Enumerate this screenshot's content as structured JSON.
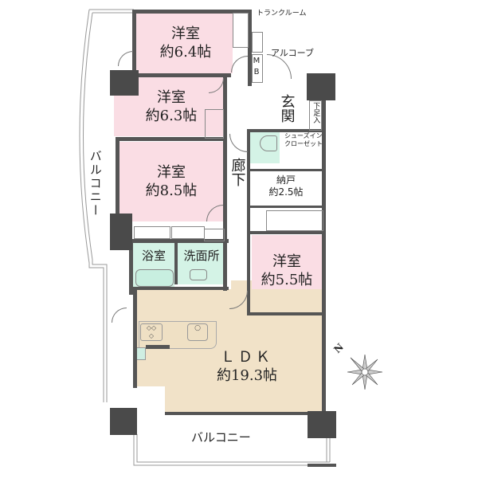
{
  "rooms": {
    "western1": {
      "name": "洋室",
      "size": "約6.4帖"
    },
    "western2": {
      "name": "洋室",
      "size": "約6.3帖"
    },
    "western3": {
      "name": "洋室",
      "size": "約8.5帖"
    },
    "western4": {
      "name": "洋室",
      "size": "約5.5帖"
    },
    "ldk": {
      "name": "ＬＤＫ",
      "size": "約19.3帖"
    },
    "bath": {
      "name": "浴室"
    },
    "washroom": {
      "name": "洗面所"
    },
    "storage": {
      "name": "納戸",
      "size": "約2.5帖"
    },
    "entrance": {
      "name": "玄関"
    },
    "hallway": {
      "name": "廊下"
    },
    "shoe_closet": {
      "name": "シューズイン\nクローゼット"
    },
    "shoe_box": {
      "name": "下足入"
    },
    "trunk_room": {
      "name": "トランクルーム"
    },
    "alcove": {
      "name": "アルコーブ"
    },
    "mb": {
      "name": "MB"
    }
  },
  "balconies": {
    "west": {
      "name": "バルコニー"
    },
    "south": {
      "name": "バルコニー"
    }
  },
  "compass": {
    "label": "N"
  },
  "colors": {
    "western_room": "#fadde4",
    "wet_area": "#d4f3e6",
    "ldk": "#f1e2c8",
    "wall": "#555555"
  }
}
